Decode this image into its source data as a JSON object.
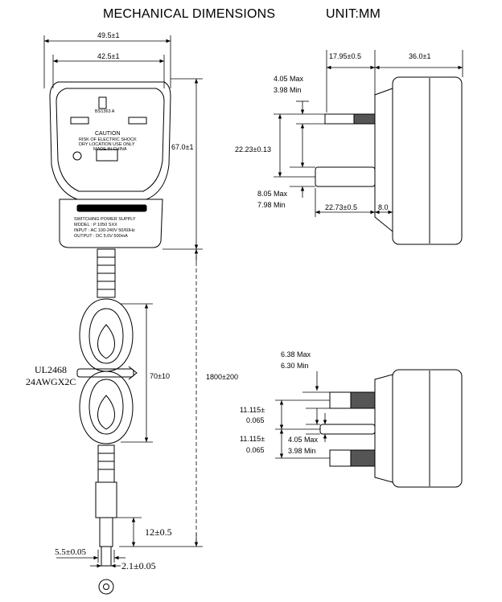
{
  "header": {
    "title": "MECHANICAL DIMENSIONS",
    "unit": "UNIT:MM"
  },
  "front_view": {
    "dim_outer_width": "49.5±1",
    "dim_inner_width": "42.5±1",
    "dim_height": "67.0±1",
    "plug_face_code": "BS1363 A",
    "caution_title": "CAUTION",
    "caution_lines": [
      "RISK OF ELECTRIC SHOCK",
      "DRY LOCATION USE ONLY",
      "MADE IN CHINA"
    ],
    "label_lines": [
      "SWITCHING POWER SUPPLY",
      "MODEL : P 1050 SXX",
      "INPUT : AC 100-240V 50/60Hz",
      "OUTPUT : DC 5.0V 500mA"
    ]
  },
  "cable_view": {
    "dim_cable_length": "1800±200",
    "dim_coil": "70±10",
    "cable_spec_line1": "UL2468",
    "cable_spec_line2": "24AWGX2C",
    "dim_plug_length": "12±0.5",
    "dim_outer_diameter": "5.5±0.05",
    "dim_inner_diameter": "2.1±0.05"
  },
  "side_view_top": {
    "dim_pin_depth": "17.95±0.5",
    "dim_body_depth": "36.0±1",
    "dim_pin_thickness_max": "4.05 Max",
    "dim_pin_thickness_min": "3.98 Min",
    "dim_pin_spacing": "22.23±0.13",
    "dim_earth_max": "8.05 Max",
    "dim_earth_min": "7.98 Min",
    "dim_pin_length": "22.73±0.5",
    "dim_earth_offset": "8.0"
  },
  "side_view_bottom": {
    "dim_pin_width_max": "6.38 Max",
    "dim_pin_width_min": "6.30 Min",
    "dim_spacing_a": "11.115±",
    "dim_spacing_a_sub": "0.065",
    "dim_spacing_b": "11.115±",
    "dim_spacing_b_sub": "0.065",
    "dim_pin_thickness_max": "4.05 Max",
    "dim_pin_thickness_min": "3.98 Min"
  }
}
